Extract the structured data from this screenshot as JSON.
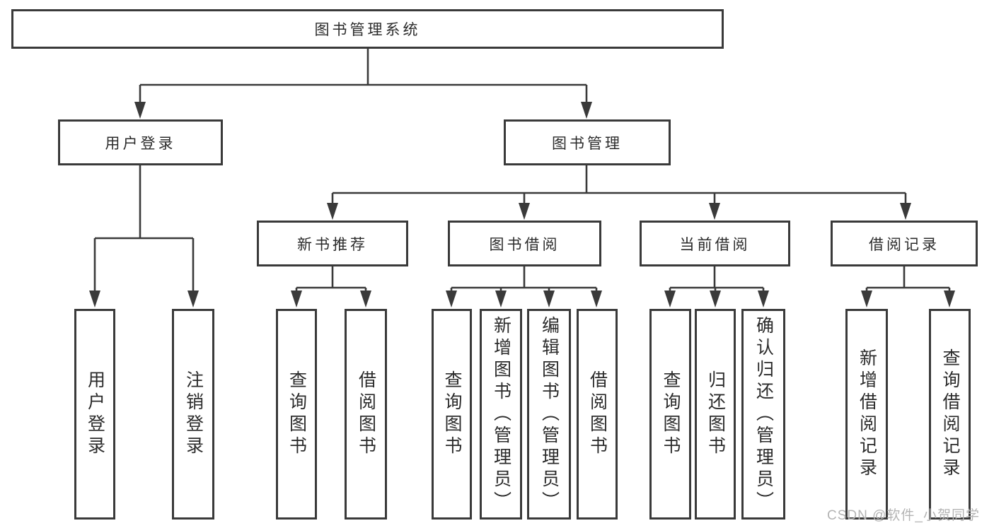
{
  "diagram": {
    "root": {
      "label": "图书管理系统"
    },
    "branches": [
      {
        "label": "用户登录",
        "children": [
          {
            "label": "用户登录"
          },
          {
            "label": "注销登录"
          }
        ]
      },
      {
        "label": "图书管理",
        "children": [
          {
            "label": "新书推荐",
            "children": [
              {
                "label": "查询图书"
              },
              {
                "label": "借阅图书"
              }
            ]
          },
          {
            "label": "图书借阅",
            "children": [
              {
                "label": "查询图书"
              },
              {
                "label": "新增图书（管理员）"
              },
              {
                "label": "编辑图书（管理员）"
              },
              {
                "label": "借阅图书"
              }
            ]
          },
          {
            "label": "当前借阅",
            "children": [
              {
                "label": "查询图书"
              },
              {
                "label": "归还图书"
              },
              {
                "label": "确认归还（管理员）"
              }
            ]
          },
          {
            "label": "借阅记录",
            "children": [
              {
                "label": "新增借阅记录"
              },
              {
                "label": "查询借阅记录"
              }
            ]
          }
        ]
      }
    ]
  },
  "watermark": {
    "text": "CSDN @软件_小贺同学"
  },
  "colors": {
    "line": "#3a3a3a",
    "text": "#2b2b2b",
    "watermark": "#b4b4b4",
    "background": "#ffffff"
  }
}
